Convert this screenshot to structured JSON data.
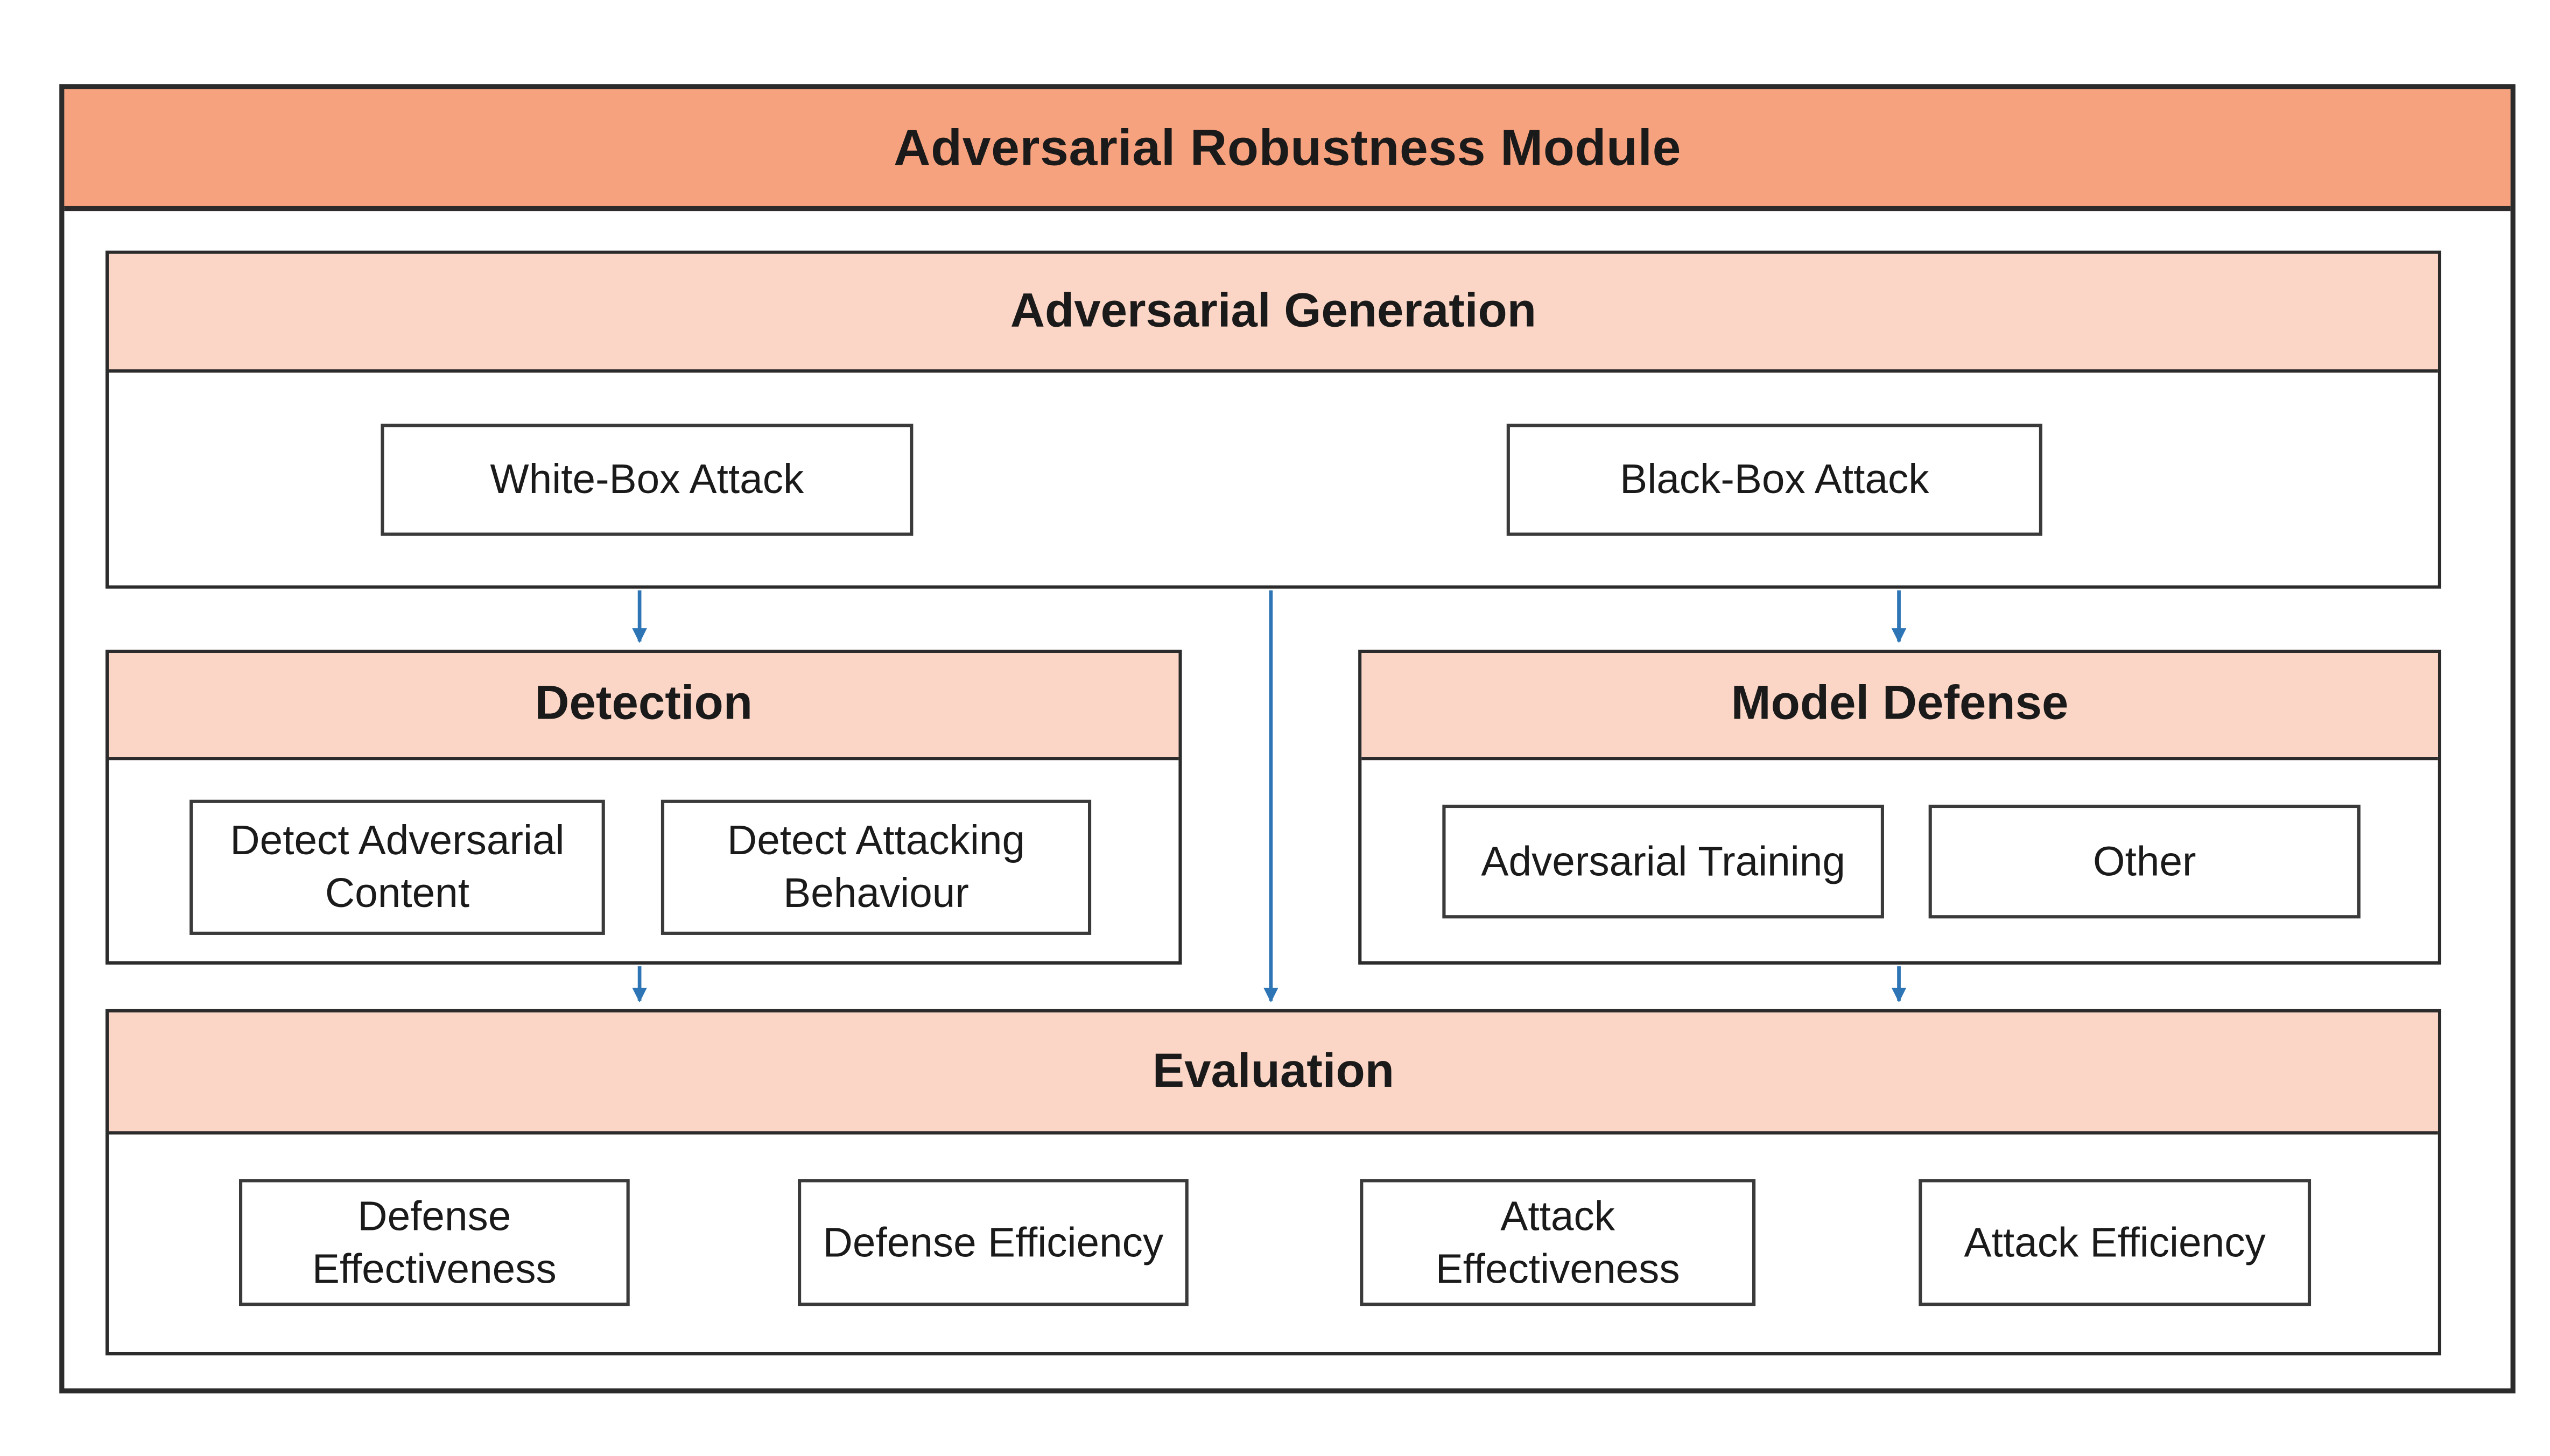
{
  "diagram": {
    "title": "Adversarial Robustness Module",
    "sections": [
      {
        "id": "adversarial-generation",
        "title": "Adversarial Generation",
        "items": [
          "White-Box Attack",
          "Black-Box Attack"
        ]
      },
      {
        "id": "detection",
        "title": "Detection",
        "items": [
          "Detect Adversarial Content",
          "Detect Attacking Behaviour"
        ]
      },
      {
        "id": "model-defense",
        "title": "Model Defense",
        "items": [
          "Adversarial Training",
          "Other"
        ]
      },
      {
        "id": "evaluation",
        "title": "Evaluation",
        "items": [
          "Defense Effectiveness",
          "Defense Efficiency",
          "Attack Effectiveness",
          "Attack Efficiency"
        ]
      }
    ],
    "connections": [
      {
        "from": "Adversarial Generation",
        "to": "Detection"
      },
      {
        "from": "Adversarial Generation",
        "to": "Evaluation"
      },
      {
        "from": "Adversarial Generation",
        "to": "Model Defense"
      },
      {
        "from": "Detection",
        "to": "Evaluation"
      },
      {
        "from": "Model Defense",
        "to": "Evaluation"
      }
    ],
    "colors": {
      "module_header_bg": "#F7A27E",
      "section_header_bg": "#FBD5C5",
      "border": "#2B2B2B",
      "arrow": "#2E75B6",
      "background": "#FFFFFF"
    }
  }
}
